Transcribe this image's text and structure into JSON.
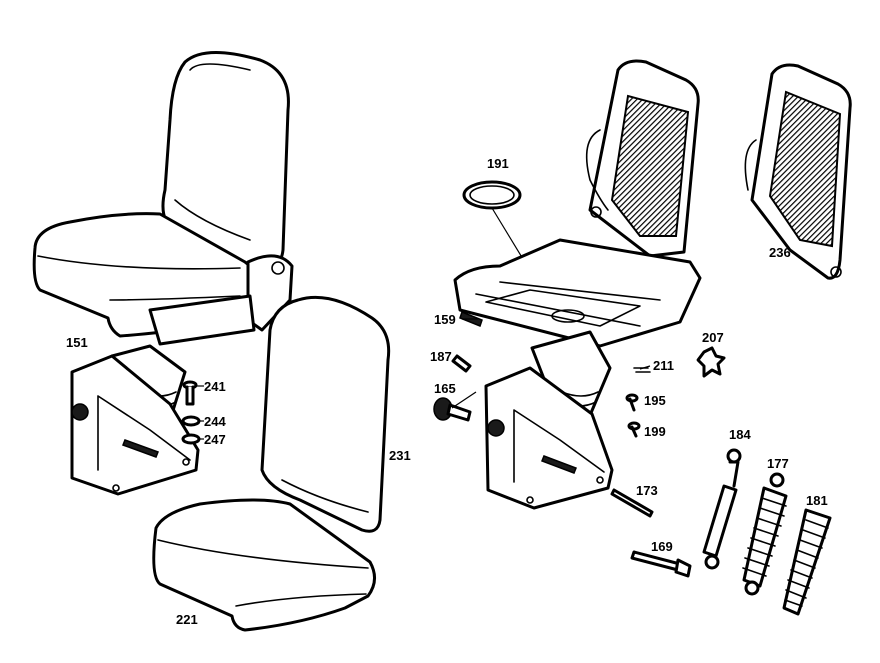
{
  "labels": {
    "p151": "151",
    "p241": "241",
    "p244": "244",
    "p247": "247",
    "p231": "231",
    "p221": "221",
    "p191": "191",
    "p236": "236",
    "p159": "159",
    "p187": "187",
    "p211": "211",
    "p207": "207",
    "p165": "165",
    "p195": "195",
    "p199": "199",
    "p184": "184",
    "p177": "177",
    "p181": "181",
    "p173": "173",
    "p169": "169"
  }
}
